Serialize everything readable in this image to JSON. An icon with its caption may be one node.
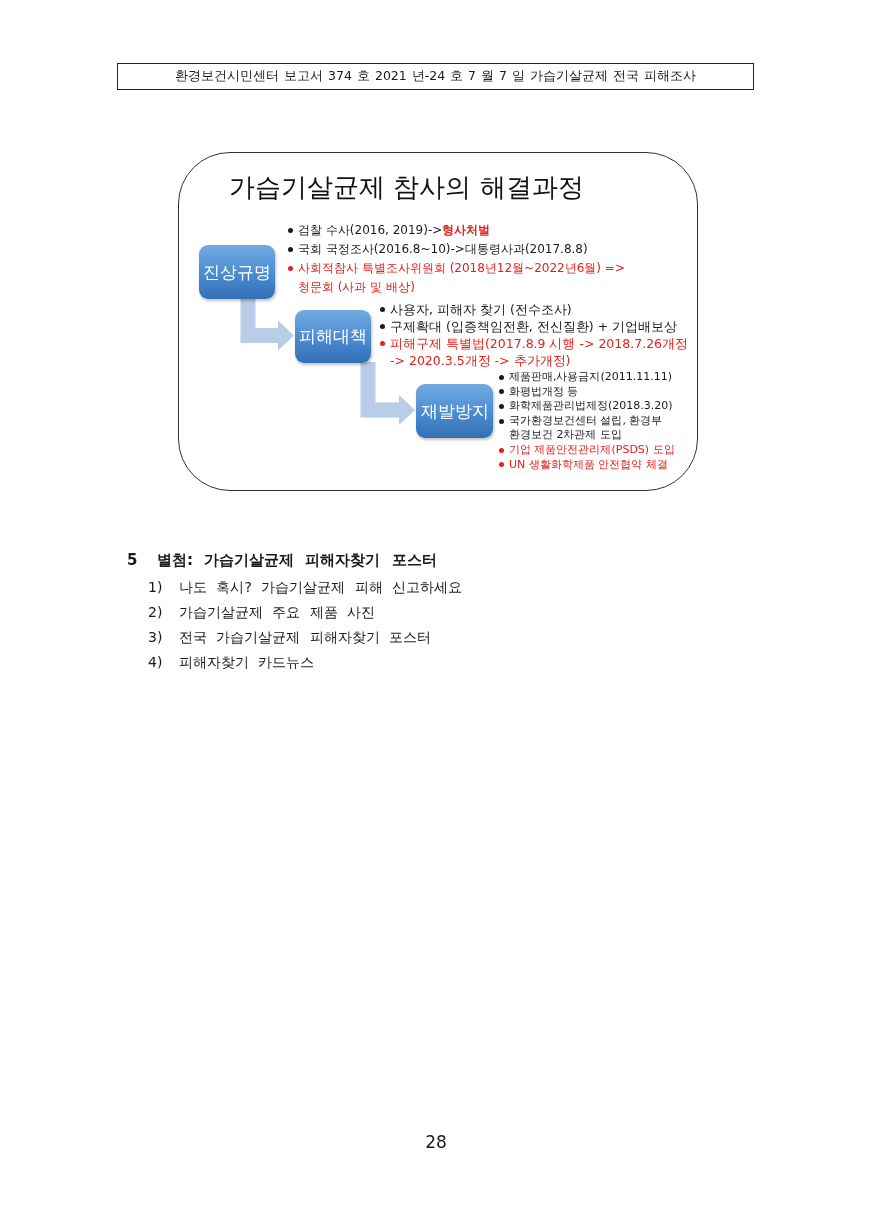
{
  "diagram": {
    "nodes": [
      {
        "text": [
          "환경보건시민센터 보고서 374 호 2021 년-24 호 7 월 7 일 가습기살균제 전국 피해조사"
        ]
      },
      {
        "text": [
          "가습기살균제 참사의 해결과정"
        ]
      },
      {
        "text": [
          "진상규명"
        ],
        "in": 1,
        "beside": [
          "검찰 수사(2016, 2019)->**형사처벌**",
          "국회 국정조사(2016.8~10)->대통령사과(2017.8.8)",
          "사회적참사 특별조사위원회 (2018년12월~2022년6월) => 청문회 (사과 및 배상)"
        ]
      },
      {
        "text": [
          "피해대책"
        ],
        "in": 1,
        "beside": [
          "사용자, 피해자 찾기 (전수조사)",
          "구제확대 (입증책임전환, 전신질환) + 기업배보상",
          "피해구제 특별법(2017.8.9 시행 -> 2018.7.26개정 -> 2020.3.5개정 -> 추가개정)"
        ]
      },
      {
        "text": [
          "재발방지"
        ],
        "in": 1,
        "beside": [
          "제품판매,사용금지(2011.11.11)",
          "화평법개정 등",
          "화학제품관리법제정(2018.3.20)",
          "국가환경보건센터 설립, 환경부 환경보건 2차관제 도입",
          "기업 제품안전관리제(PSDS) 도입",
          "UN 생활화학제품 안전협약 체결"
        ]
      }
    ],
    "edges": [
      {
        "from": 2,
        "to": 3,
        "arrow": "to"
      },
      {
        "from": 3,
        "to": 4,
        "arrow": "to"
      }
    ],
    "labels": [
      "5",
      "별첨: 가습기살균제 피해자찾기 포스터",
      "1)",
      "나도 혹시? 가습기살균제 피해 신고하세요",
      "2)",
      "가습기살균제 주요 제품 사진",
      "3)",
      "전국 가습기살균제 피해자찾기 포스터",
      "4)",
      "피해자찾기 카드뉴스",
      "28"
    ]
  }
}
